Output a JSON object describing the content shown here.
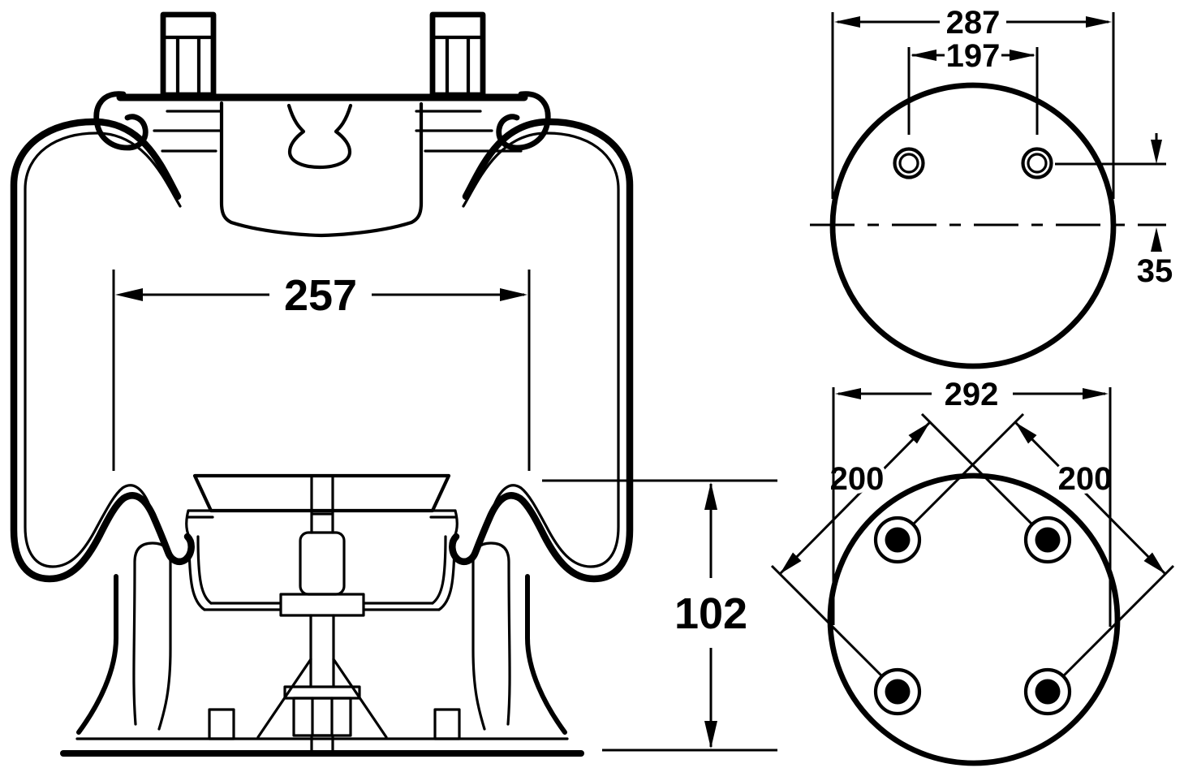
{
  "drawing": {
    "title": "Air spring technical drawing",
    "background": "#ffffff",
    "line_color": "#000000",
    "views": {
      "side_section": {
        "description": "cross-section of air spring bellows with bead plate, studs, bumper and piston",
        "dims": {
          "bellows_width": "257",
          "piston_height": "102"
        }
      },
      "top_plate": {
        "description": "top view of bead plate with two stud holes",
        "dims": {
          "plate_diameter": "287",
          "stud_spacing": "197",
          "stud_offset": "35"
        }
      },
      "bottom_piston": {
        "description": "bottom view of piston with four bolt holes",
        "dims": {
          "piston_diameter": "292",
          "bolt_diagonal_left": "200",
          "bolt_diagonal_right": "200"
        }
      }
    }
  }
}
